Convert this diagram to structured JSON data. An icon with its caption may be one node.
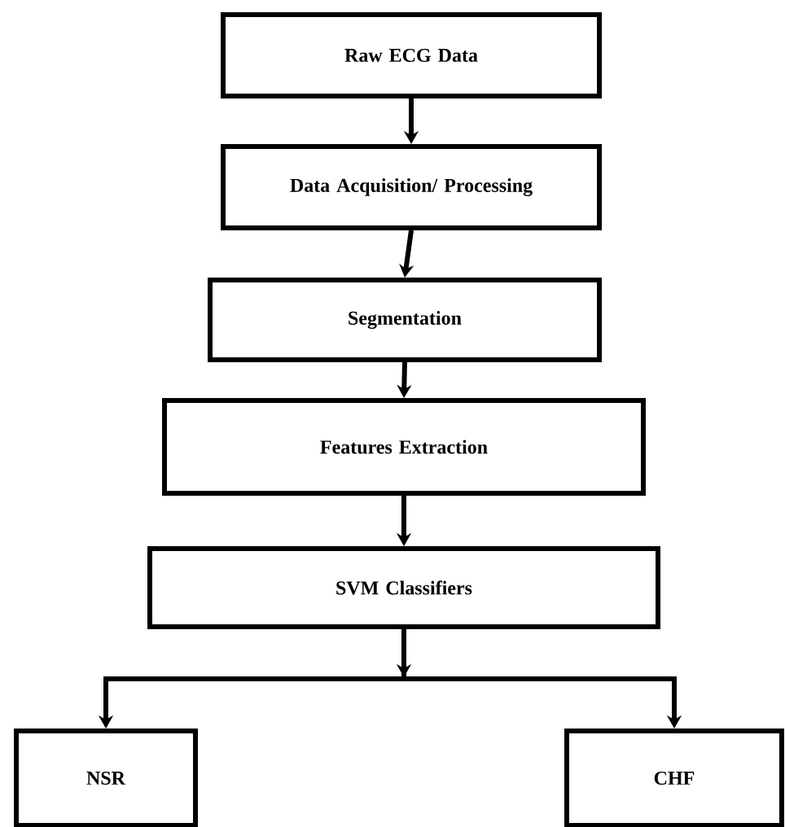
{
  "diagram": {
    "nodes": [
      {
        "text": [
          "Raw ECG Data"
        ]
      },
      {
        "text": [
          "Data Acquisition/ Processing"
        ]
      },
      {
        "text": [
          "Segmentation"
        ]
      },
      {
        "text": [
          "Features Extraction"
        ]
      },
      {
        "text": [
          "SVM Classifiers"
        ]
      },
      {
        "text": [
          "NSR"
        ]
      },
      {
        "text": [
          "CHF"
        ]
      }
    ],
    "edges": [
      {
        "from": 0,
        "to": 1,
        "arrow": "to"
      },
      {
        "from": 1,
        "to": 2,
        "arrow": "to"
      },
      {
        "from": 2,
        "to": 3,
        "arrow": "to"
      },
      {
        "from": 3,
        "to": 4,
        "arrow": "to"
      },
      {
        "from": 4,
        "to": 5,
        "arrow": "to"
      },
      {
        "from": 4,
        "to": 6,
        "arrow": "to"
      }
    ]
  }
}
